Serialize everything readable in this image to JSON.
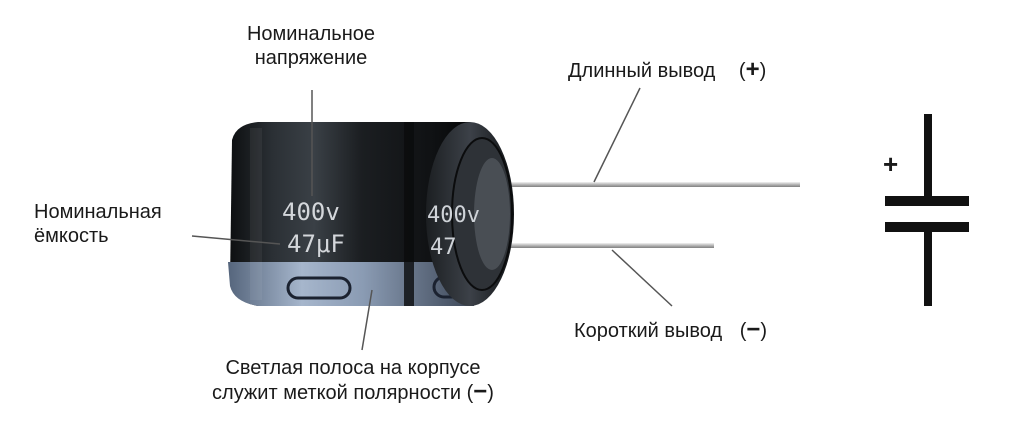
{
  "labels": {
    "rated_voltage": [
      "Номинальное",
      "напряжение"
    ],
    "rated_capacitance": [
      "Номинальная",
      "ёмкость"
    ],
    "long_lead": "Длинный вывод",
    "long_lead_sign": "+",
    "short_lead": "Короткий вывод",
    "short_lead_sign": "−",
    "stripe_note": [
      "Светлая полоса на корпусе",
      "служит меткой полярности"
    ],
    "stripe_note_sign": "−"
  },
  "capacitor_print": {
    "voltage": "400v",
    "capacitance": "47μF",
    "side_voltage": "400v",
    "side_capacitance": "47"
  },
  "symbol": {
    "plus": "+"
  },
  "colors": {
    "body_dark": "#1c1f22",
    "stripe": "#8fa3bf",
    "lead": "#c9c9c9",
    "text": "#1a1a1a"
  }
}
